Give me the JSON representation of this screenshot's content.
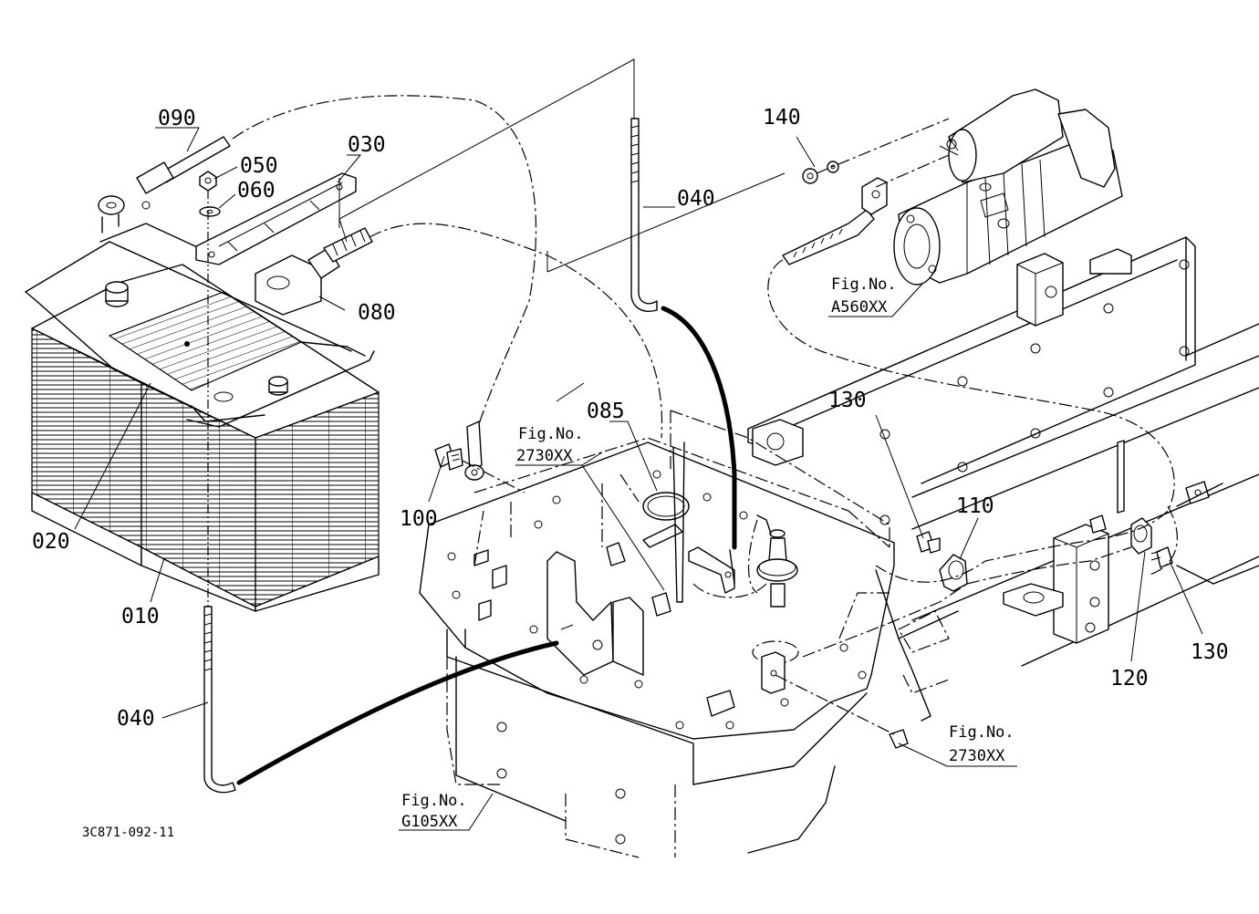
{
  "drawing_id": "3C871-092-11",
  "part_labels": [
    {
      "key": "090",
      "text": "090"
    },
    {
      "key": "050",
      "text": "050"
    },
    {
      "key": "060",
      "text": "060"
    },
    {
      "key": "030",
      "text": "030"
    },
    {
      "key": "040a",
      "text": "040"
    },
    {
      "key": "140",
      "text": "140"
    },
    {
      "key": "080",
      "text": "080"
    },
    {
      "key": "085",
      "text": "085"
    },
    {
      "key": "130a",
      "text": "130"
    },
    {
      "key": "110",
      "text": "110"
    },
    {
      "key": "100",
      "text": "100"
    },
    {
      "key": "020",
      "text": "020"
    },
    {
      "key": "010",
      "text": "010"
    },
    {
      "key": "130b",
      "text": "130"
    },
    {
      "key": "120",
      "text": "120"
    },
    {
      "key": "040b",
      "text": "040"
    }
  ],
  "fig_refs": [
    {
      "key": "a560",
      "title": "Fig.No.",
      "code": "A560XX"
    },
    {
      "key": "2730a",
      "title": "Fig.No.",
      "code": "2730XX"
    },
    {
      "key": "2730b",
      "title": "Fig.No.",
      "code": "2730XX"
    },
    {
      "key": "g105",
      "title": "Fig.No.",
      "code": "G105XX"
    }
  ]
}
